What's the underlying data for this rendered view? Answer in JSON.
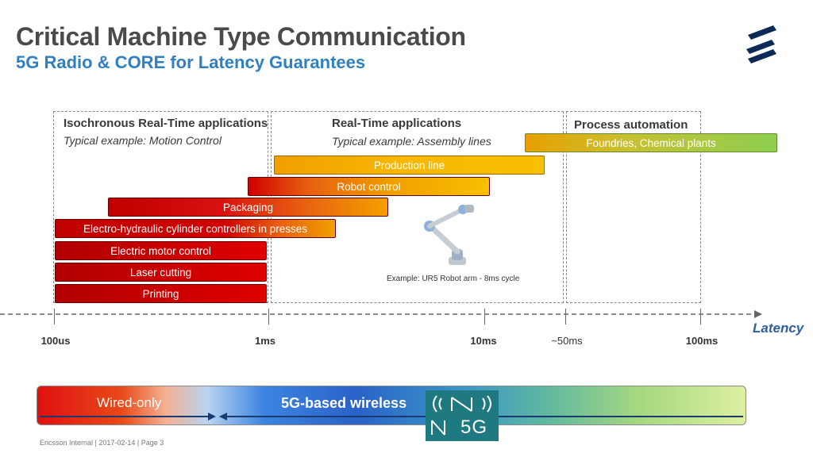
{
  "header": {
    "title": "Critical Machine Type Communication",
    "subtitle": "5G Radio & CORE for Latency Guarantees"
  },
  "zones": [
    {
      "title": "Isochronous Real-Time applications",
      "example_prefix": "Typical example: ",
      "example": "Motion Control"
    },
    {
      "title": "Real-Time applications",
      "example_prefix": "Typical example: ",
      "example": "Assembly lines"
    },
    {
      "title": "Process automation"
    }
  ],
  "applications": [
    {
      "label": "Foundries, Chemical plants"
    },
    {
      "label": "Production line"
    },
    {
      "label": "Robot control"
    },
    {
      "label": "Packaging"
    },
    {
      "label": "Electro-hydraulic cylinder controllers in presses"
    },
    {
      "label": "Electric motor control"
    },
    {
      "label": "Laser cutting"
    },
    {
      "label": "Printing"
    }
  ],
  "robot_caption": "Example:  UR5 Robot arm - 8ms cycle",
  "axis": {
    "label": "Latency",
    "ticks": [
      "100us",
      "1ms",
      "10ms",
      "~50ms",
      "100ms"
    ]
  },
  "spectrum": {
    "wired_label": "Wired-only",
    "wireless_label": "5G-based wireless",
    "badge_text": "5G"
  },
  "footer": "Ericsson Internal  |  2017-02-14  |  Page 3",
  "colors": {
    "title": "#4a4a4a",
    "subtitle": "#2f7fc1",
    "brand": "#0c2a57",
    "red": "#d00000",
    "orange": "#f0a000",
    "green": "#8ccf50"
  }
}
